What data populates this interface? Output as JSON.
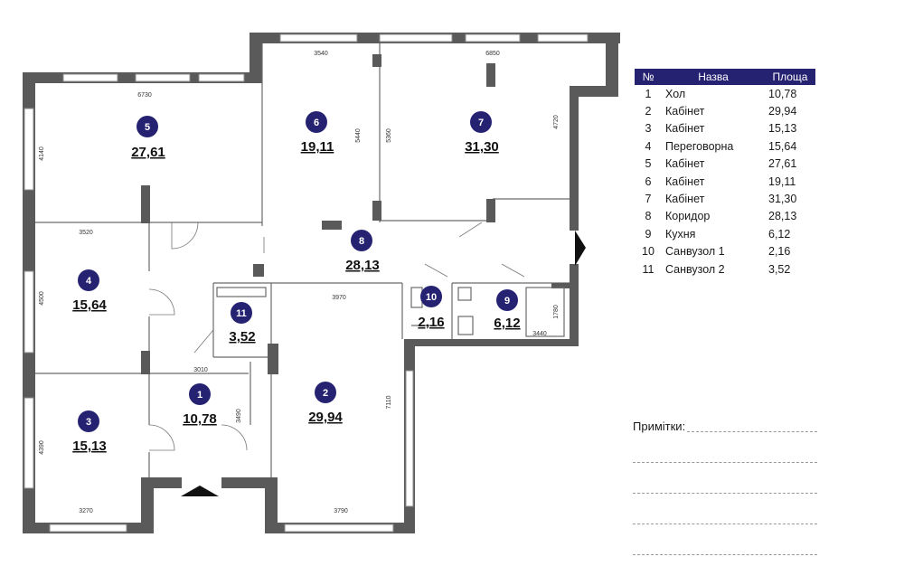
{
  "table": {
    "headers": [
      "№",
      "Назва",
      "Площа"
    ],
    "rows": [
      {
        "no": "1",
        "name": "Хол",
        "area": "10,78"
      },
      {
        "no": "2",
        "name": "Кабінет",
        "area": "29,94"
      },
      {
        "no": "3",
        "name": "Кабінет",
        "area": "15,13"
      },
      {
        "no": "4",
        "name": "Переговорна",
        "area": "15,64"
      },
      {
        "no": "5",
        "name": "Кабінет",
        "area": "27,61"
      },
      {
        "no": "6",
        "name": "Кабінет",
        "area": "19,11"
      },
      {
        "no": "7",
        "name": "Кабінет",
        "area": "31,30"
      },
      {
        "no": "8",
        "name": "Коридор",
        "area": "28,13"
      },
      {
        "no": "9",
        "name": "Кухня",
        "area": "6,12"
      },
      {
        "no": "10",
        "name": "Санвузол 1",
        "area": "2,16"
      },
      {
        "no": "11",
        "name": "Санвузол 2",
        "area": "3,52"
      }
    ]
  },
  "plan": {
    "rooms": [
      {
        "no": "1",
        "area": "10,78"
      },
      {
        "no": "2",
        "area": "29,94"
      },
      {
        "no": "3",
        "area": "15,13"
      },
      {
        "no": "4",
        "area": "15,64"
      },
      {
        "no": "5",
        "area": "27,61"
      },
      {
        "no": "6",
        "area": "19,11"
      },
      {
        "no": "7",
        "area": "31,30"
      },
      {
        "no": "8",
        "area": "28,13"
      },
      {
        "no": "9",
        "area": "6,12"
      },
      {
        "no": "10",
        "area": "2,16"
      },
      {
        "no": "11",
        "area": "3,52"
      }
    ],
    "dimensions": {
      "d3540": "3540",
      "d6850": "6850",
      "d6730": "6730",
      "d4140": "4140",
      "d5440": "5440",
      "d5360": "5360",
      "d4720": "4720",
      "d3520": "3520",
      "d4500": "4500",
      "d3970": "3970",
      "d1780": "1780",
      "d3440": "3440",
      "d3010": "3010",
      "d3490": "3490",
      "d7110": "7110",
      "d4390": "4390",
      "d3270": "3270",
      "d3790": "3790"
    }
  },
  "notes": {
    "label": "Примітки:"
  },
  "colors": {
    "badge": "#262272",
    "header": "#262272",
    "wall": "#5a5a5a"
  }
}
